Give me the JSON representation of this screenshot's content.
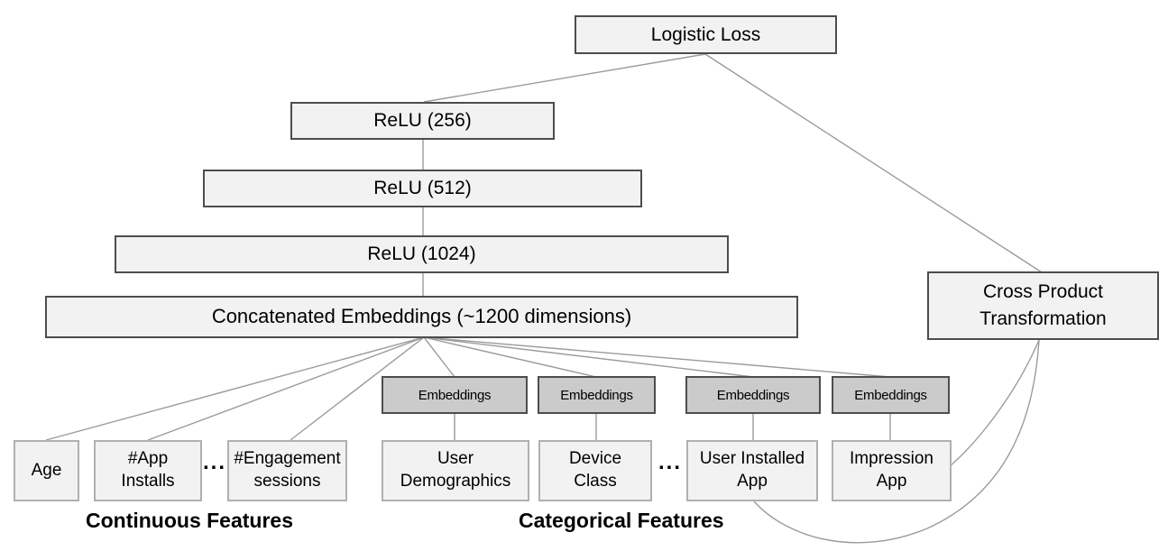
{
  "nodes": {
    "logistic_loss": "Logistic Loss",
    "relu_256": "ReLU (256)",
    "relu_512": "ReLU (512)",
    "relu_1024": "ReLU (1024)",
    "concatenated_embeddings": "Concatenated Embeddings (~1200 dimensions)",
    "cross_product": {
      "line1": "Cross Product",
      "line2": "Transformation"
    },
    "embeddings_label": "Embeddings"
  },
  "inputs": {
    "age": {
      "line1": "Age"
    },
    "app_installs": {
      "line1": "#App",
      "line2": "Installs"
    },
    "engagement_sessions": {
      "line1": "#Engagement",
      "line2": "sessions"
    },
    "user_demographics": {
      "line1": "User",
      "line2": "Demographics"
    },
    "device_class": {
      "line1": "Device",
      "line2": "Class"
    },
    "user_installed_app": {
      "line1": "User Installed",
      "line2": "App"
    },
    "impression_app": {
      "line1": "Impression",
      "line2": "App"
    }
  },
  "ellipsis": "...",
  "group_labels": {
    "continuous": "Continuous Features",
    "categorical": "Categorical Features"
  },
  "colors": {
    "box_fill": "#f2f2f2",
    "box_border_dark": "#4d4d4d",
    "input_box_border": "#b0b0b0",
    "embedding_fill": "#cbcbcb",
    "connector": "#9b9b9b",
    "text": "#000000",
    "background": "#ffffff"
  }
}
